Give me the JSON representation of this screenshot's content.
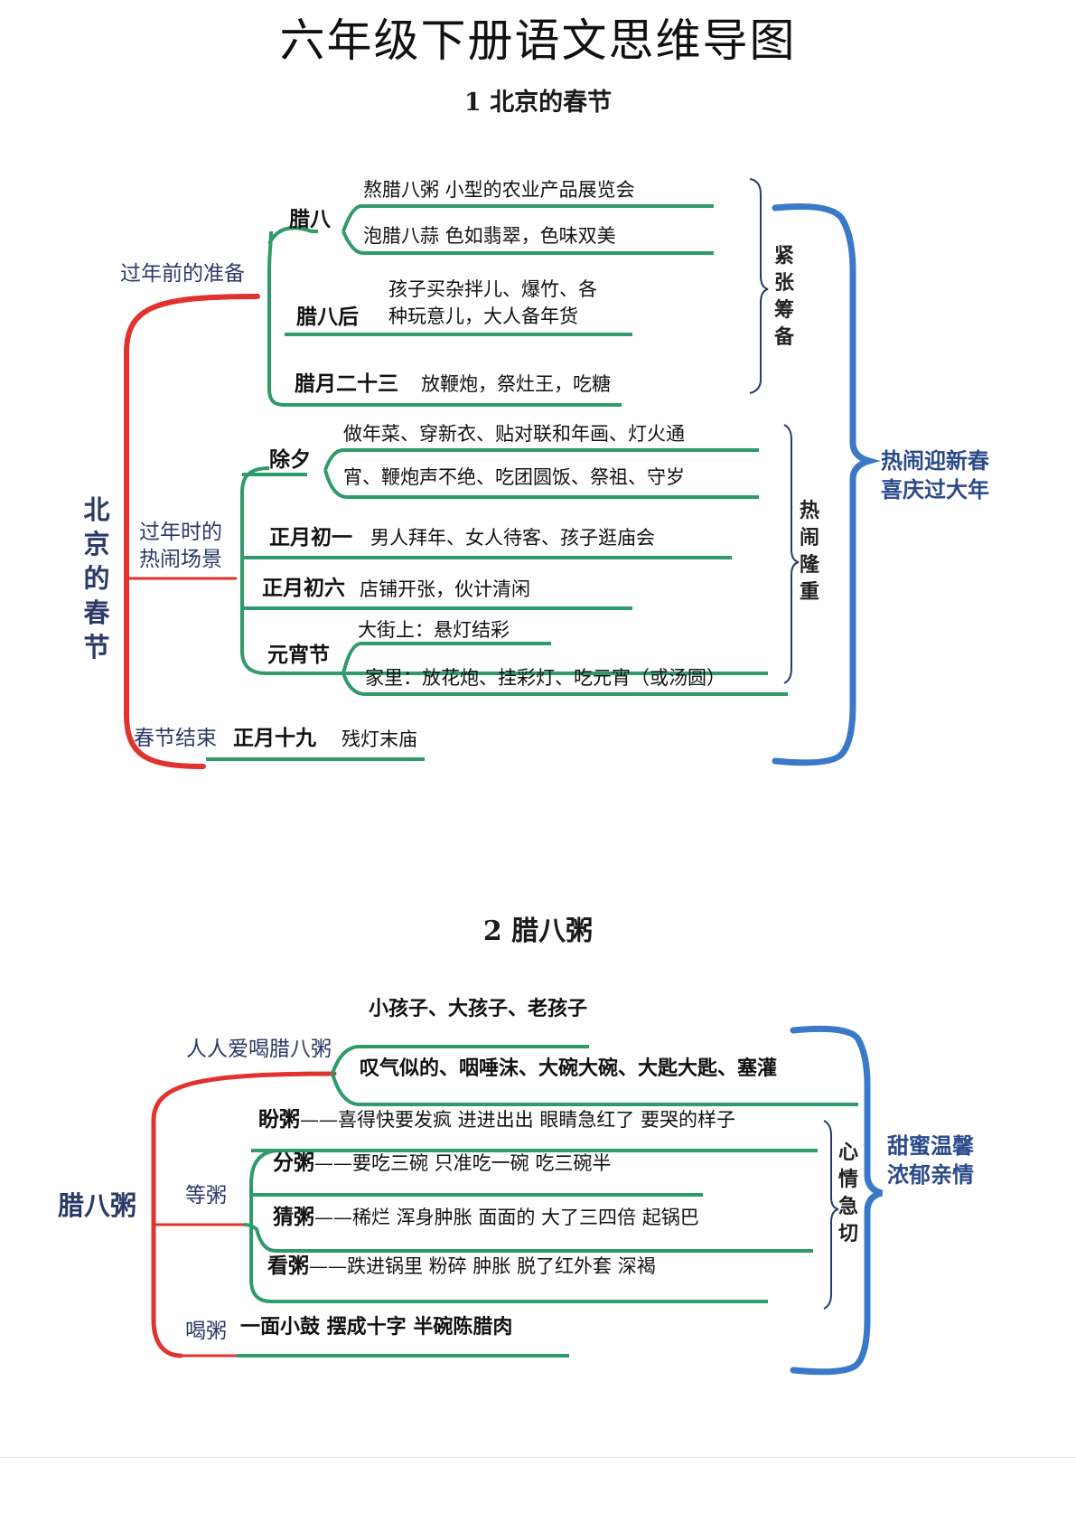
{
  "title": "六年级下册语文思维导图",
  "section1": {
    "heading": "1  北京的春节",
    "root": "北京的春节",
    "branches": {
      "before": "过年前的准备",
      "during_1": "过年时的",
      "during_2": "热闹场景",
      "end": "春节结束"
    },
    "nodes": {
      "laba": "腊八",
      "laba_after": "腊八后",
      "layue23": "腊月二十三",
      "chuxi": "除夕",
      "chuyi": "正月初一",
      "chuliu": "正月初六",
      "yuanxiao": "元宵节",
      "shijiu": "正月十九"
    },
    "leaves": {
      "laba_1": "熬腊八粥   小型的农业产品展览会",
      "laba_2": "泡腊八蒜   色如翡翠，色味双美",
      "laba_after_1": "孩子买杂拌儿、爆竹、各",
      "laba_after_2": "种玩意儿，大人备年货",
      "layue23": "放鞭炮，祭灶王，吃糖",
      "chuxi_1": "做年菜、穿新衣、贴对联和年画、灯火通",
      "chuxi_2": "宵、鞭炮声不绝、吃团圆饭、祭祖、守岁",
      "chuyi": "男人拜年、女人待客、孩子逛庙会",
      "chuliu": "店铺开张，伙计清闲",
      "yuanxiao_1": "大街上：悬灯结彩",
      "yuanxiao_2": "家里：放花炮、挂彩灯、吃元宵（或汤圆）",
      "shijiu": "残灯末庙"
    },
    "brackets": {
      "jinzhang": "紧张筹备",
      "renao": "热闹隆重"
    },
    "summary_1": "热闹迎新春",
    "summary_2": "喜庆过大年"
  },
  "section2": {
    "heading": "2  腊八粥",
    "root": "腊八粥",
    "branches": {
      "love": "人人爱喝腊八粥",
      "wait": "等粥",
      "drink": "喝粥"
    },
    "leaves": {
      "love_1": "小孩子、大孩子、老孩子",
      "love_2": "叹气似的、咽唾沫、大碗大碗、大匙大匙、塞灌",
      "drink": "一面小鼓  摆成十字  半碗陈腊肉"
    },
    "wait_items": [
      {
        "label": "盼粥",
        "text": "——喜得快要发疯  进进出出  眼睛急红了  要哭的样子"
      },
      {
        "label": "分粥",
        "text": "——要吃三碗  只准吃一碗  吃三碗半"
      },
      {
        "label": "猜粥",
        "text": "——稀烂  浑身肿胀  面面的  大了三四倍  起锅巴"
      },
      {
        "label": "看粥",
        "text": "——跌进锅里  粉碎  肿胀  脱了红外套  深褐"
      }
    ],
    "brackets": {
      "xinqing": "心情急切"
    },
    "summary_1": "甜蜜温馨",
    "summary_2": "浓郁亲情"
  },
  "colors": {
    "red": "#e0332f",
    "green": "#2f9a6a",
    "blue": "#3a78c8",
    "navy": "#2b3a67"
  }
}
